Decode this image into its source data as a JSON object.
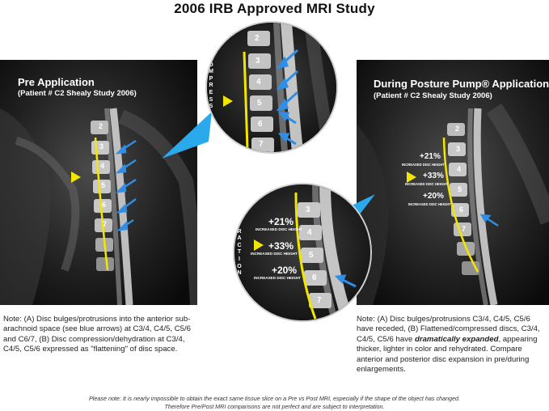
{
  "title": "2006 IRB Approved MRI Study",
  "pre": {
    "heading": "Pre Application",
    "patient": "(Patient # C2 Shealy Study 2006)",
    "vertebrae": [
      "2",
      "3",
      "4",
      "5",
      "6",
      "7"
    ]
  },
  "during": {
    "heading": "During Posture Pump® Application",
    "patient": "(Patient # C2 Shealy Study 2006)",
    "vertebrae": [
      "2",
      "3",
      "4",
      "5",
      "6",
      "7"
    ],
    "measurements": [
      {
        "pct": "+21%",
        "label": "INCREASED DISC HEIGHT"
      },
      {
        "pct": "+33%",
        "label": "INCREASED DISC HEIGHT"
      },
      {
        "pct": "+20%",
        "label": "INCREASED DISC HEIGHT"
      }
    ]
  },
  "compression_zoom": {
    "label": "COMPRESSION",
    "vertebrae": [
      "2",
      "3",
      "4",
      "5",
      "6",
      "7"
    ]
  },
  "traction_zoom": {
    "label": "TRACTION",
    "vertebrae": [
      "3",
      "4",
      "5",
      "6",
      "7"
    ],
    "measurements": [
      {
        "pct": "+21%",
        "label": "INCREASED DISC HEIGHT"
      },
      {
        "pct": "+33%",
        "label": "INCREASED DISC HEIGHT"
      },
      {
        "pct": "+20%",
        "label": "INCREASED DISC HEIGHT"
      }
    ]
  },
  "notes": {
    "left": "Note: (A) Disc bulges/protrusions into the anterior sub-arachnoid space (see blue arrows) at C3/4, C4/5, C5/6 and C6/7, (B) Disc compression/dehydration at C3/4, C4/5, C5/6 expressed as \"flattening\" of disc space.",
    "right_before": "Note: (A) Disc bulges/protrusions C3/4, C4/5, C5/6 have receded, (B) Flattened/compressed discs, C3/4, C4/5, C5/6 have ",
    "right_emphasis": "dramatically expanded",
    "right_after": ", appearing thicker, lighter in color and rehydrated. Compare anterior and posterior disc expansion in pre/during enlargements."
  },
  "footer": {
    "line1": "Please note: It is nearly impossible to obtain the exact same tissue slice on a Pre vs Post MRI, especially if the shape of the object has changed.",
    "line2": "Therefore Pre/Post MRI comparisons are not perfect and are subject to interpretation."
  },
  "colors": {
    "spine_line": "#f2e600",
    "arrow": "#2f8fe6",
    "callout": "#2aa9ec",
    "marker": "#f2e600"
  }
}
